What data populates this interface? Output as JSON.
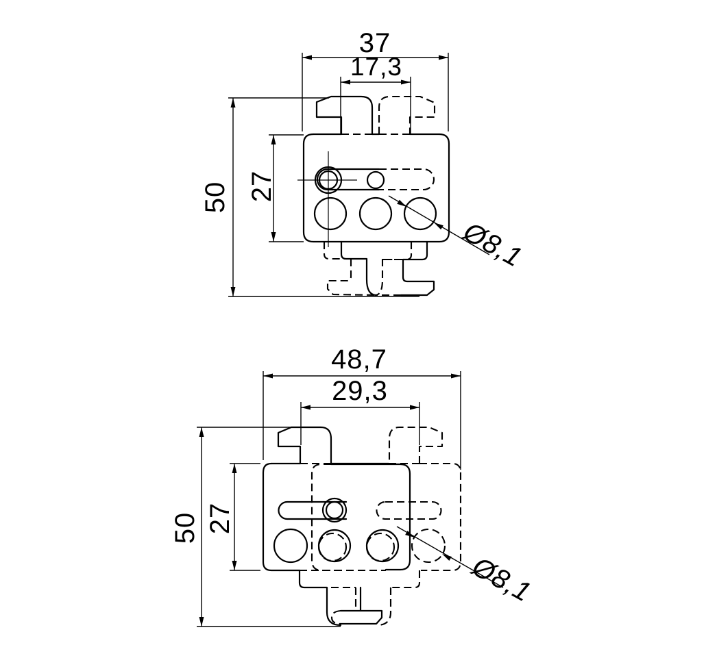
{
  "drawing": {
    "type": "technical-drawing",
    "colors": {
      "line": "#000000",
      "background": "#ffffff"
    },
    "views": {
      "top": {
        "name": "top-view",
        "dimensions": {
          "overall_width": "37",
          "inner_width": "17,3",
          "overall_height": "50",
          "body_height": "27",
          "hole_diameter": "Ø8,1"
        }
      },
      "bottom": {
        "name": "bottom-view",
        "dimensions": {
          "overall_width": "48,7",
          "inner_width": "29,3",
          "overall_height": "50",
          "body_height": "27",
          "hole_diameter": "Ø8,1"
        }
      }
    }
  }
}
